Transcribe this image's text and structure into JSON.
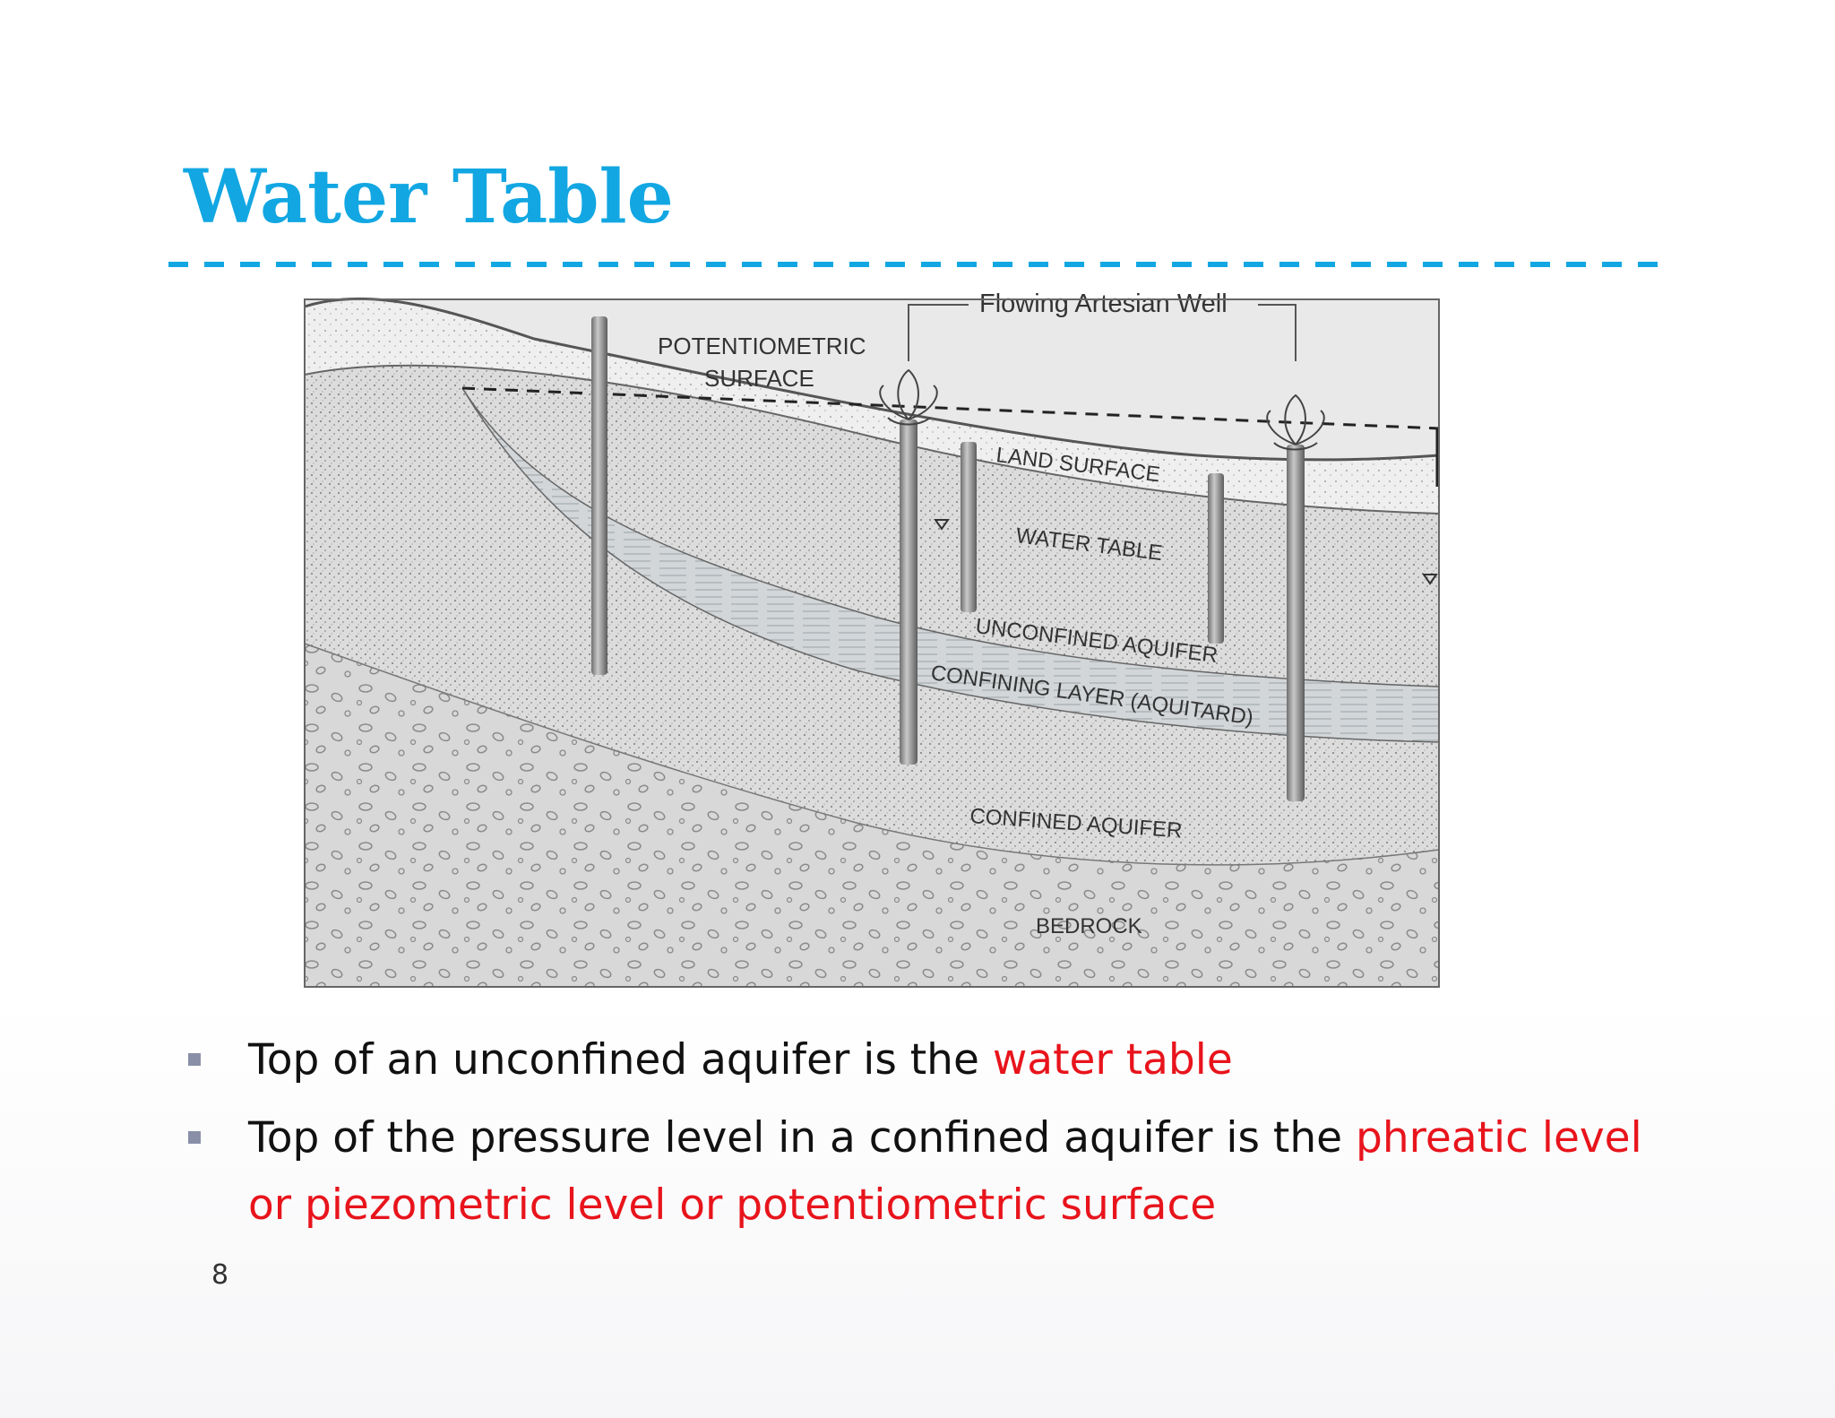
{
  "title": "Water Table",
  "figure": {
    "labels": {
      "flowing_artesian_well": "Flowing Artesian Well",
      "potentiometric_line1": "POTENTIOMETRIC",
      "potentiometric_line2": "SURFACE",
      "land_surface": "LAND SURFACE",
      "water_table": "WATER TABLE",
      "unconfined_aquifer": "UNCONFINED AQUIFER",
      "confining_layer": "CONFINING LAYER (AQUITARD)",
      "confined_aquifer": "CONFINED AQUIFER",
      "bedrock": "BEDROCK"
    }
  },
  "bullets": [
    {
      "text": "Top of an unconfined aquifer is the ",
      "highlight": "water table"
    },
    {
      "text": "Top of the pressure level in a confined aquifer is the ",
      "highlight": "phreatic level or piezometric level or potentiometric surface"
    }
  ],
  "slide_number": "8",
  "colors": {
    "title": "#12a7e2",
    "highlight": "#e8141c",
    "bullet": "#8a8fa8"
  }
}
